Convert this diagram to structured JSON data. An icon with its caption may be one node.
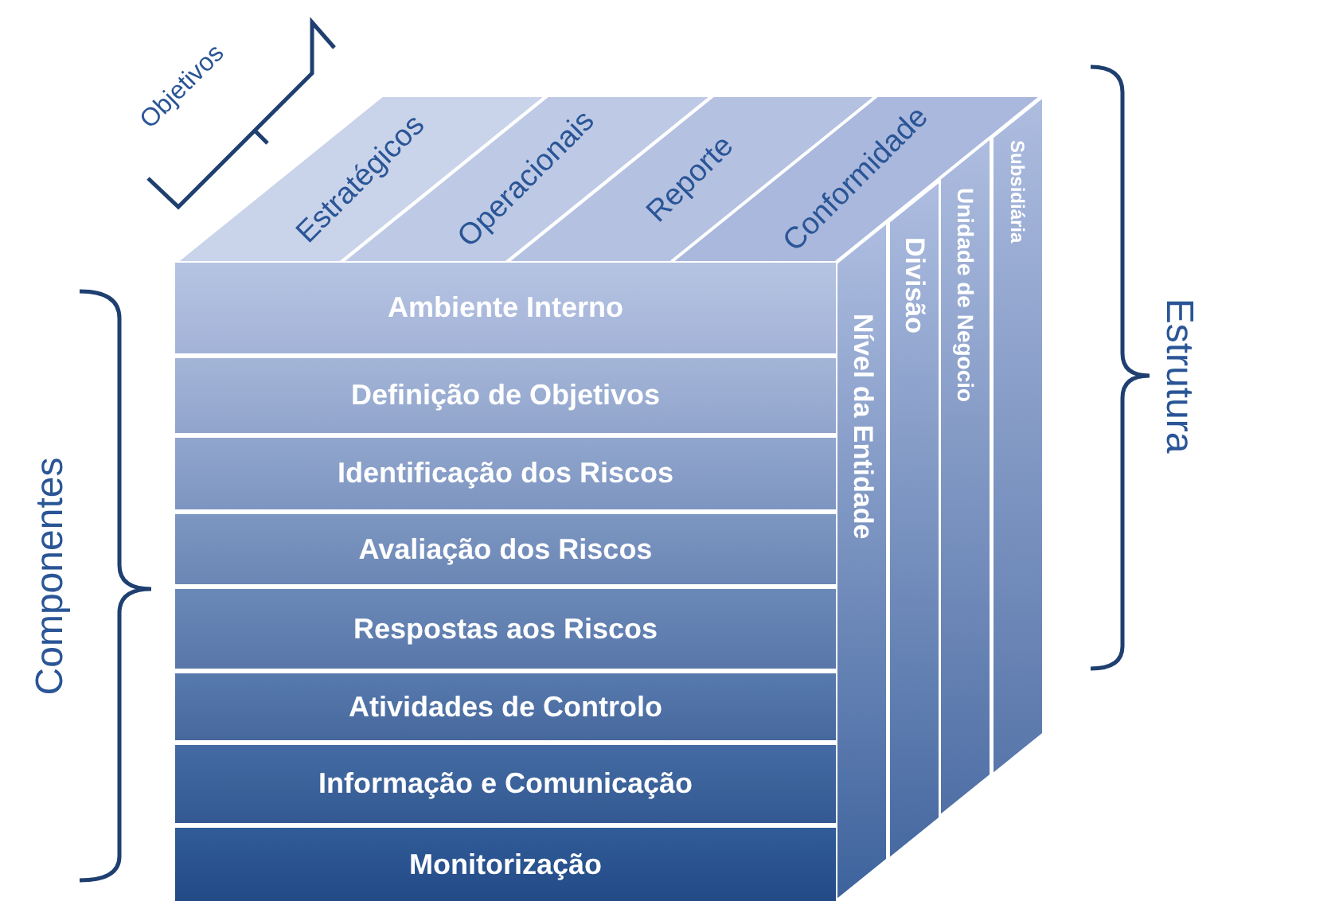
{
  "diagram": {
    "nodes": [
      {
        "text": [
          "Estratégicos"
        ]
      },
      {
        "text": [
          "Operacionais"
        ]
      },
      {
        "text": [
          "Reporte"
        ]
      },
      {
        "text": [
          "Conformidade"
        ]
      },
      {
        "text": [
          "Ambiente Interno"
        ]
      },
      {
        "text": [
          "Definição de Objetivos"
        ]
      },
      {
        "text": [
          "Identificação dos Riscos"
        ]
      },
      {
        "text": [
          "Avaliação dos Riscos"
        ]
      },
      {
        "text": [
          "Respostas aos Riscos"
        ]
      },
      {
        "text": [
          "Atividades de Controlo"
        ]
      },
      {
        "text": [
          "Informação e Comunicação"
        ]
      },
      {
        "text": [
          "Monitorização"
        ]
      },
      {
        "text": [
          "Nível da Entidade"
        ]
      },
      {
        "text": [
          "Divisão"
        ]
      },
      {
        "text": [
          "Unidade de Negocio"
        ]
      },
      {
        "text": [
          "Subsidiária"
        ]
      }
    ],
    "labels": [
      "Objetivos",
      "Componentes",
      "Estrutura"
    ]
  }
}
